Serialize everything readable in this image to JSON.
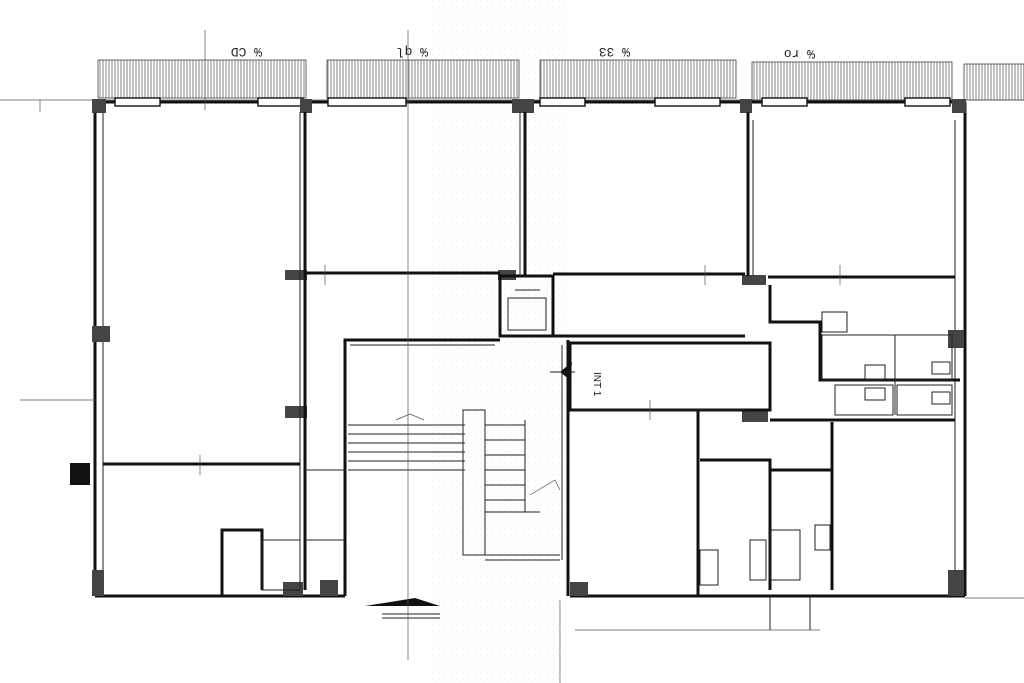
{
  "plan": {
    "balcony_labels": [
      "℅ CD",
      "℅ ql",
      "℅ 33",
      "℅ ro"
    ],
    "stair_label": "INT 1",
    "colors": {
      "ink": "#111111",
      "hatch": "#666666",
      "paper": "#ffffff"
    }
  }
}
